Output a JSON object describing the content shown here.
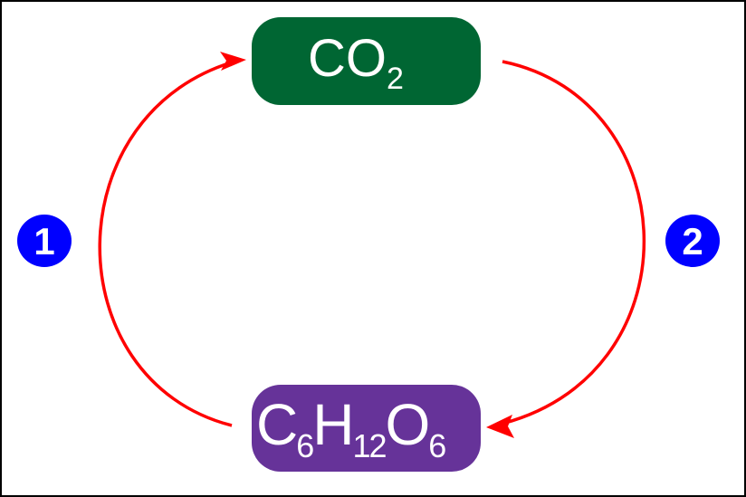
{
  "nodes": {
    "top": {
      "main": [
        "C",
        "O"
      ],
      "sub": [
        "",
        "2"
      ],
      "color": "#006633"
    },
    "bottom": {
      "main": [
        "C",
        "H",
        "O"
      ],
      "sub": [
        "6",
        "12",
        "6"
      ],
      "color": "#663399"
    }
  },
  "steps": [
    {
      "label": "1",
      "color": "#0000ff"
    },
    {
      "label": "2",
      "color": "#0000ff"
    }
  ],
  "arrow_color": "#ff0000"
}
